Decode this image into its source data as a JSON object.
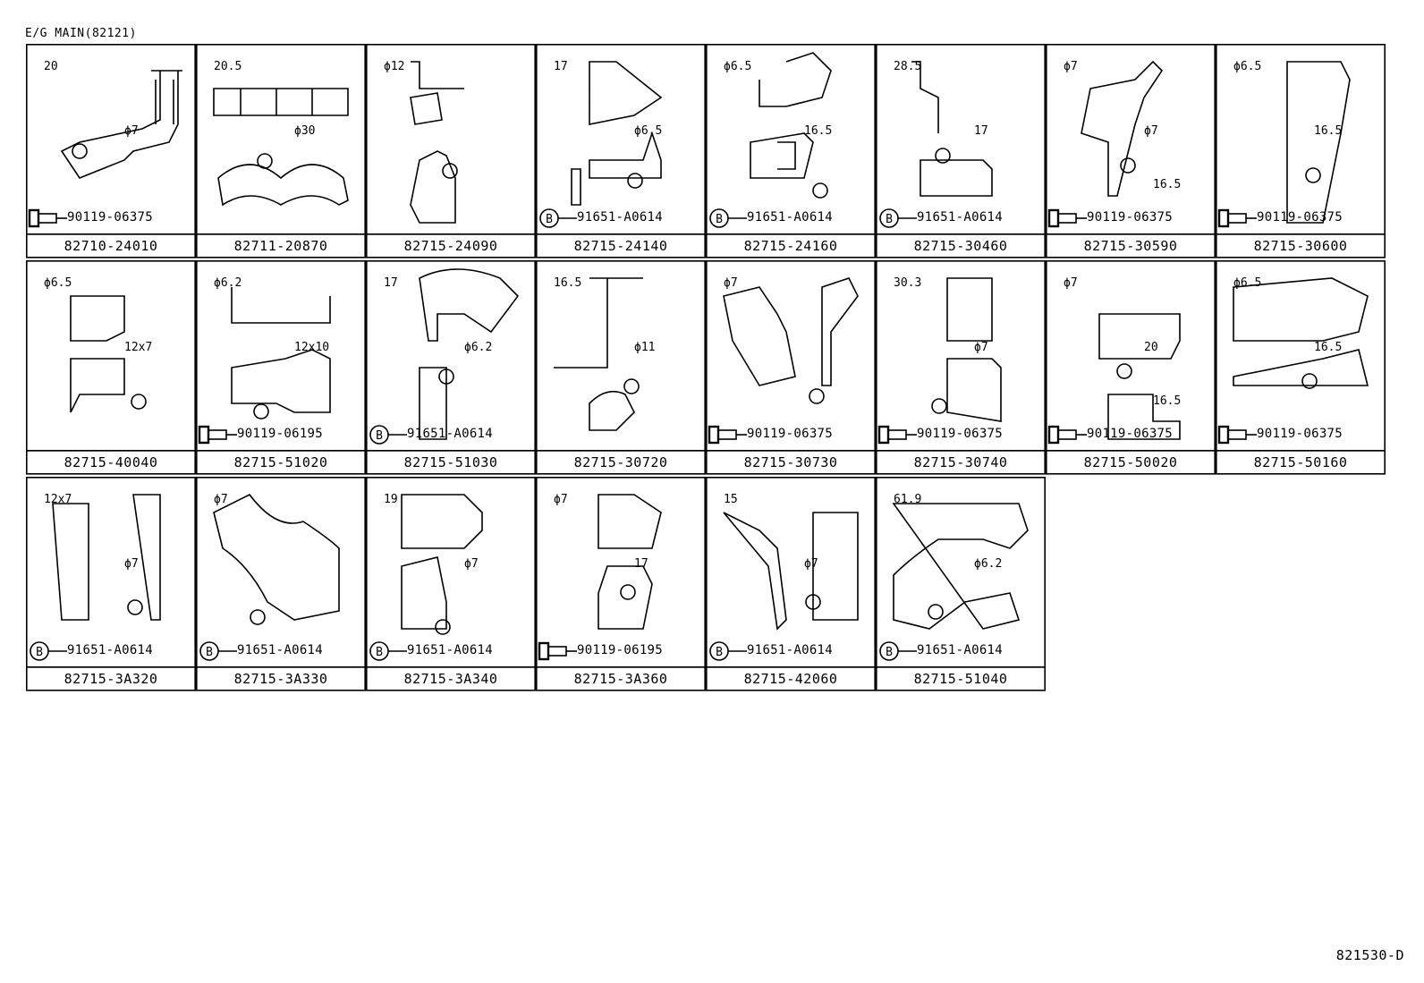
{
  "title": "E/G MAIN(82121)",
  "diagram_code": "821530-D",
  "cells": [
    {
      "part": "82710-24010",
      "fastener": "90119-06375",
      "fastener_type": "bolt",
      "dims": [
        "20",
        "ϕ7"
      ]
    },
    {
      "part": "82711-20870",
      "fastener": "",
      "fastener_type": "none",
      "dims": [
        "20.5",
        "ϕ30"
      ]
    },
    {
      "part": "82715-24090",
      "fastener": "",
      "fastener_type": "none",
      "dims": [
        "ϕ12"
      ]
    },
    {
      "part": "82715-24140",
      "fastener": "91651-A0614",
      "fastener_type": "b",
      "dims": [
        "17",
        "ϕ6.5"
      ]
    },
    {
      "part": "82715-24160",
      "fastener": "91651-A0614",
      "fastener_type": "b",
      "dims": [
        "ϕ6.5",
        "16.5"
      ]
    },
    {
      "part": "82715-30460",
      "fastener": "91651-A0614",
      "fastener_type": "b",
      "dims": [
        "28.5",
        "17"
      ]
    },
    {
      "part": "82715-30590",
      "fastener": "90119-06375",
      "fastener_type": "bolt",
      "dims": [
        "ϕ7",
        "ϕ7",
        "16.5"
      ]
    },
    {
      "part": "82715-30600",
      "fastener": "90119-06375",
      "fastener_type": "bolt",
      "dims": [
        "ϕ6.5",
        "16.5"
      ]
    },
    {
      "part": "82715-40040",
      "fastener": "",
      "fastener_type": "none",
      "dims": [
        "ϕ6.5",
        "12x7"
      ]
    },
    {
      "part": "82715-51020",
      "fastener": "90119-06195",
      "fastener_type": "bolt",
      "dims": [
        "ϕ6.2",
        "12x10"
      ]
    },
    {
      "part": "82715-51030",
      "fastener": "91651-A0614",
      "fastener_type": "b",
      "dims": [
        "17",
        "ϕ6.2"
      ]
    },
    {
      "part": "82715-30720",
      "fastener": "",
      "fastener_type": "none",
      "dims": [
        "16.5",
        "ϕ11"
      ]
    },
    {
      "part": "82715-30730",
      "fastener": "90119-06375",
      "fastener_type": "bolt",
      "dims": [
        "ϕ7"
      ]
    },
    {
      "part": "82715-30740",
      "fastener": "90119-06375",
      "fastener_type": "bolt",
      "dims": [
        "30.3",
        "ϕ7"
      ]
    },
    {
      "part": "82715-50020",
      "fastener": "90119-06375",
      "fastener_type": "bolt",
      "dims": [
        "ϕ7",
        "20",
        "16.5"
      ]
    },
    {
      "part": "82715-50160",
      "fastener": "90119-06375",
      "fastener_type": "bolt",
      "dims": [
        "ϕ6.5",
        "16.5"
      ]
    },
    {
      "part": "82715-3A320",
      "fastener": "91651-A0614",
      "fastener_type": "b",
      "dims": [
        "12x7",
        "ϕ7"
      ]
    },
    {
      "part": "82715-3A330",
      "fastener": "91651-A0614",
      "fastener_type": "b",
      "dims": [
        "ϕ7"
      ]
    },
    {
      "part": "82715-3A340",
      "fastener": "91651-A0614",
      "fastener_type": "b",
      "dims": [
        "19",
        "ϕ7"
      ]
    },
    {
      "part": "82715-3A360",
      "fastener": "90119-06195",
      "fastener_type": "bolt",
      "dims": [
        "ϕ7",
        "17"
      ]
    },
    {
      "part": "82715-42060",
      "fastener": "91651-A0614",
      "fastener_type": "b",
      "dims": [
        "15",
        "ϕ7"
      ]
    },
    {
      "part": "82715-51040",
      "fastener": "91651-A0614",
      "fastener_type": "b",
      "dims": [
        "61.9",
        "ϕ6.2"
      ]
    }
  ]
}
